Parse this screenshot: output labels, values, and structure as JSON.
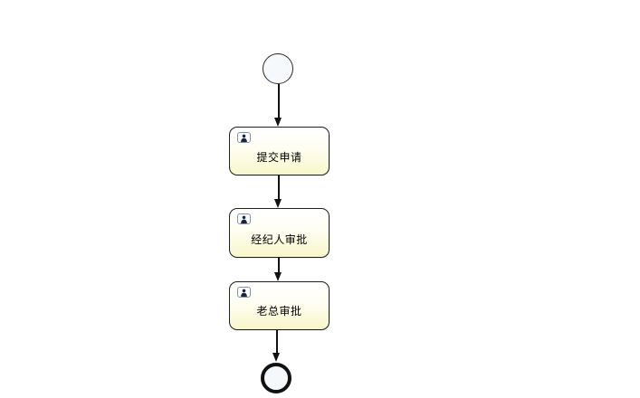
{
  "diagram": {
    "kind": "bpmn-process-flow",
    "direction": "top-to-bottom",
    "tasks": [
      {
        "id": "task-submit",
        "type": "user-task",
        "label": "提交申请"
      },
      {
        "id": "task-broker-approval",
        "type": "user-task",
        "label": "经纪人审批"
      },
      {
        "id": "task-boss-approval",
        "type": "user-task",
        "label": "老总审批"
      }
    ],
    "events": [
      {
        "id": "start-event",
        "type": "start",
        "label": ""
      },
      {
        "id": "end-event",
        "type": "end",
        "label": ""
      }
    ],
    "edges": [
      {
        "from": "start-event",
        "to": "task-submit"
      },
      {
        "from": "task-submit",
        "to": "task-broker-approval"
      },
      {
        "from": "task-broker-approval",
        "to": "task-boss-approval"
      },
      {
        "from": "task-boss-approval",
        "to": "end-event"
      }
    ],
    "icons": [
      {
        "name": "user-icon",
        "meaning": "user task assignee"
      }
    ],
    "colors": {
      "background": "#ffffff",
      "task_fill_top": "#ffffff",
      "task_fill_bottom": "#f8f7ca",
      "task_border": "#1f1f1f",
      "event_fill": "#f6f9fc",
      "start_event_border": "#2b2b2b",
      "end_event_border": "#111111",
      "flow_arrow": "#111111",
      "icon_border": "#8093a8",
      "icon_glyph": "#1c2440"
    }
  }
}
